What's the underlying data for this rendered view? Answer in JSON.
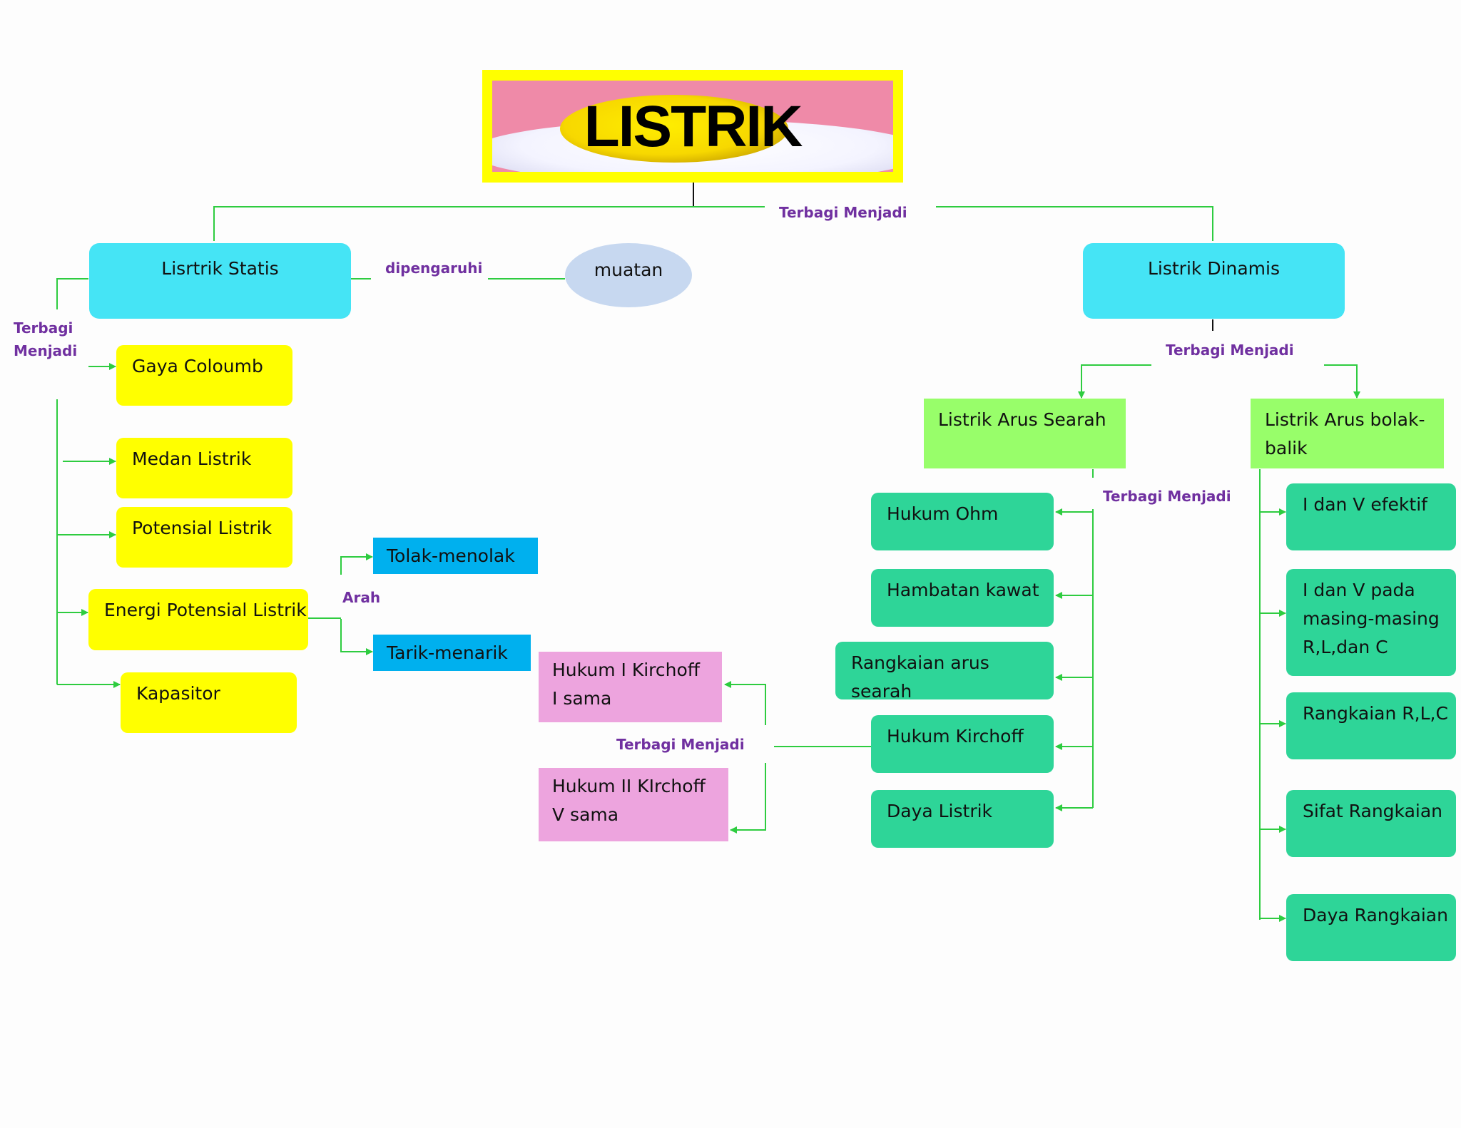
{
  "title": "LISTRIK",
  "colors": {
    "connector": "#2ecc40",
    "label": "#7030a0",
    "main_branch": "#45e4f5",
    "statis_topic": "#ffff00",
    "dinamis_type": "#98fe6a",
    "dinamis_topic": "#2ed598",
    "arah": "#00b0ee",
    "kirchoff": "#eda4de",
    "muatan": "#c7d8f0"
  },
  "labels": {
    "terbagi_menjadi_top": "Terbagi Menjadi",
    "dipengaruhi": "dipengaruhi",
    "terbagi_statis": [
      "Terbagi",
      "Menjadi"
    ],
    "terbagi_dinamis": "Terbagi Menjadi",
    "terbagi_searah": "Terbagi Menjadi",
    "arah": "Arah",
    "terbagi_kirchoff": "Terbagi Menjadi"
  },
  "statis": {
    "label": "Lisrtrik Statis",
    "muatan": "muatan",
    "children": [
      "Gaya Coloumb",
      "Medan Listrik",
      "Potensial Listrik",
      "Energi Potensial Listrik",
      "Kapasitor"
    ],
    "arah": [
      "Tolak-menolak",
      "Tarik-menarik"
    ]
  },
  "dinamis": {
    "label": "Listrik Dinamis",
    "searah": {
      "label": "Listrik Arus Searah",
      "children": [
        "Hukum Ohm",
        "Hambatan kawat",
        "Rangkaian arus searah",
        "Hukum Kirchoff",
        "Daya Listrik"
      ],
      "kirchoff": [
        [
          "Hukum I Kirchoff",
          "I sama"
        ],
        [
          "Hukum II KIrchoff",
          "V sama"
        ]
      ]
    },
    "bolak_balik": {
      "label": [
        "Listrik Arus bolak-",
        "balik"
      ],
      "children": [
        [
          "I dan V efektif"
        ],
        [
          "I dan V pada",
          "masing-masing",
          "R,L,dan C"
        ],
        [
          "Rangkaian R,L,C"
        ],
        [
          "Sifat Rangkaian"
        ],
        [
          "Daya Rangkaian"
        ]
      ]
    }
  }
}
